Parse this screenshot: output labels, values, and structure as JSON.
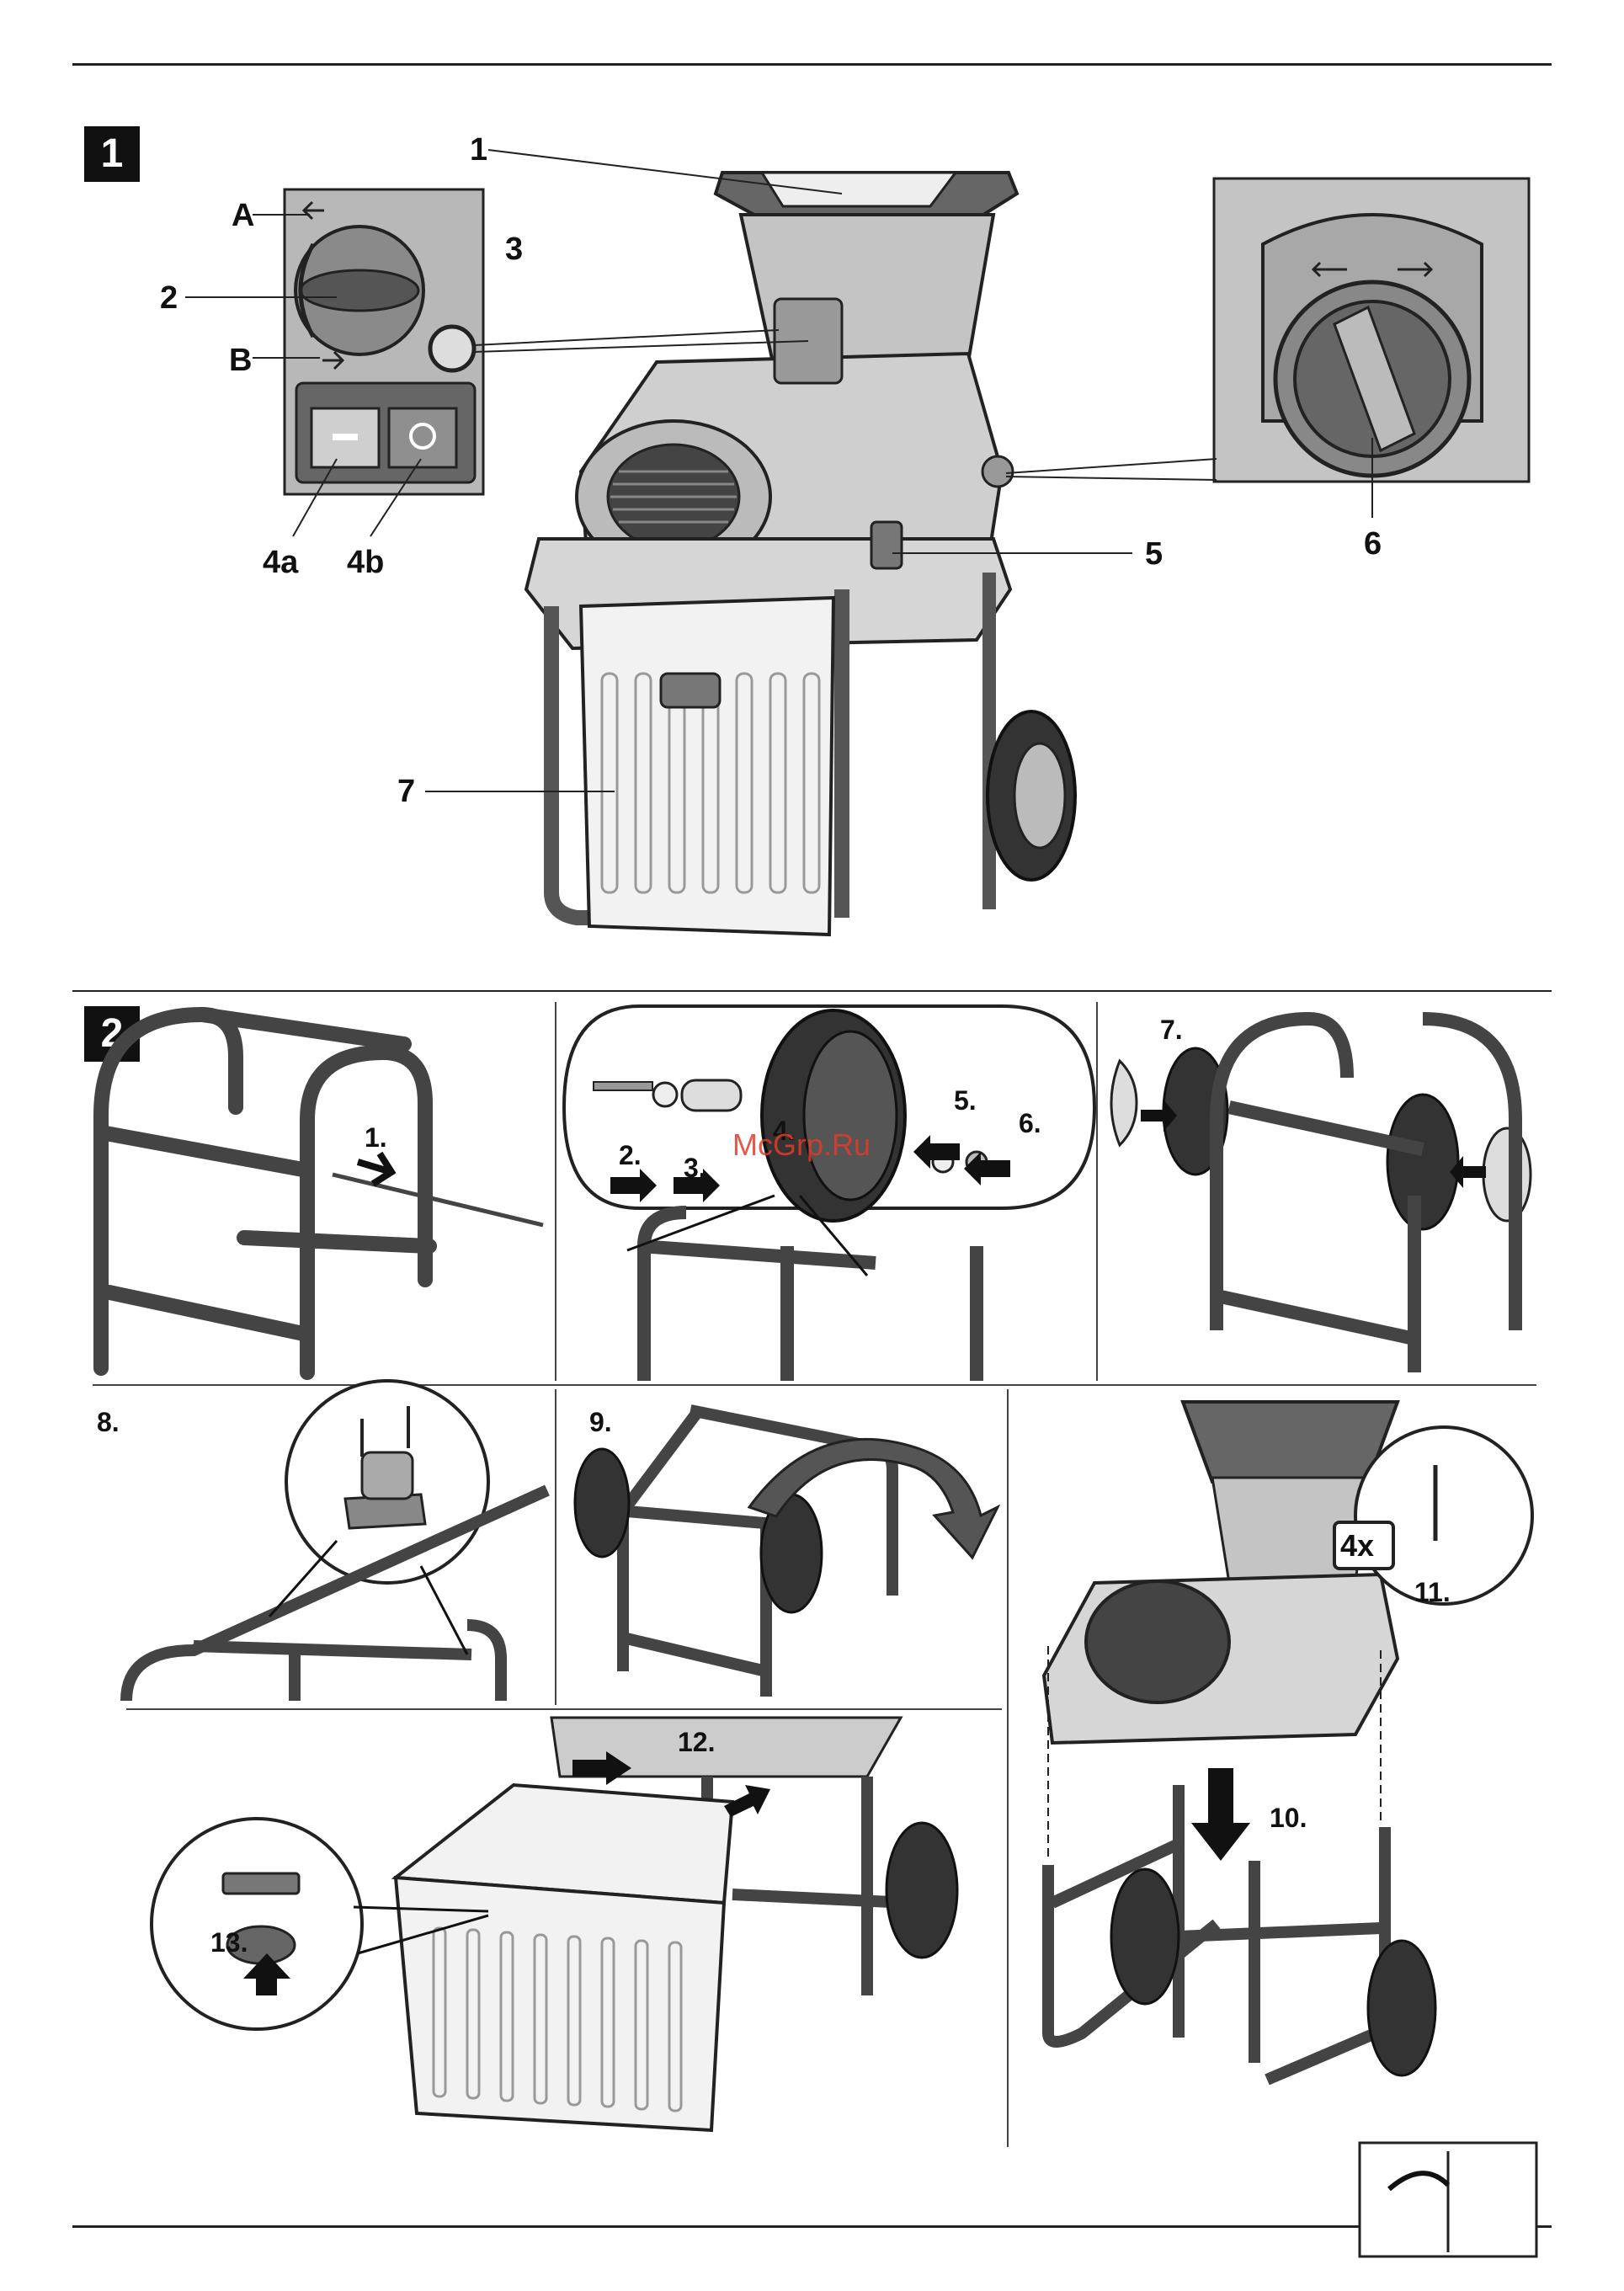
{
  "figure1": {
    "number": "1",
    "labels": {
      "part_1": "1",
      "part_2": "2",
      "part_3": "3",
      "part_4a": "4a",
      "part_4b": "4b",
      "part_5": "5",
      "part_6": "6",
      "part_7": "7",
      "dir_a": "A",
      "dir_b": "B"
    }
  },
  "figure2": {
    "number": "2",
    "steps": {
      "s1": "1.",
      "s2": "2.",
      "s3": "3.",
      "s4": "4.",
      "s5": "5.",
      "s6": "6.",
      "s7": "7.",
      "s8": "8.",
      "s9": "9.",
      "s10": "10.",
      "s11": "11.",
      "s12": "12.",
      "s13": "13.",
      "count": "4x"
    }
  },
  "watermark": "McGrp.Ru"
}
